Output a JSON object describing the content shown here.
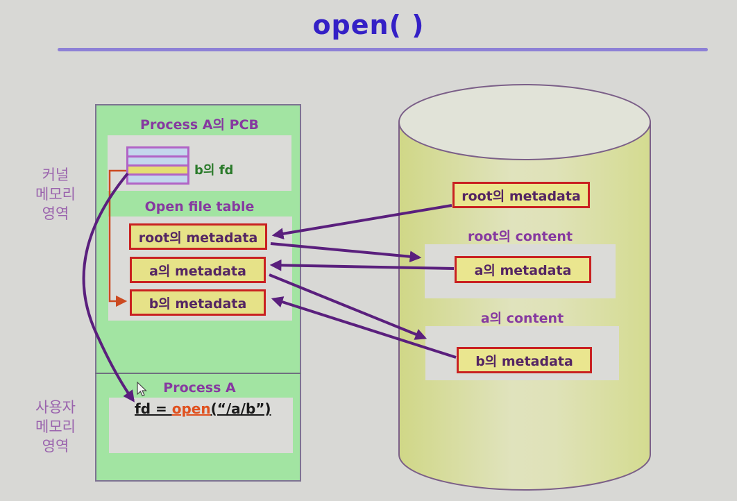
{
  "title": {
    "text": "open( )"
  },
  "side_labels": {
    "kernel": [
      "커널",
      "메모리",
      "영역"
    ],
    "user": [
      "사용자",
      "메모리",
      "영역"
    ]
  },
  "kernel_box": {
    "pcb_title": "Process A의 PCB",
    "fd_table_label": "b의 fd",
    "open_file_table_title": "Open file table",
    "entries": [
      "root의 metadata",
      "a의 metadata",
      "b의 metadata"
    ]
  },
  "user_box": {
    "process_title": "Process A",
    "code_prefix": "fd = ",
    "code_fn": "open",
    "code_args": "(“/a/b”)"
  },
  "disk": {
    "root_metadata": "root의 metadata",
    "root_content_label": "root의 content",
    "a_metadata": "a의 metadata",
    "a_content_label": "a의 content",
    "b_metadata": "b의 metadata"
  },
  "colors": {
    "background": "#d8d8d5",
    "title_text": "#3420c6",
    "title_underline": "#8d80d6",
    "memory_box_fill": "#a2e4a2",
    "panel_fill": "#dbdbd8",
    "metadata_box_fill": "#e6e288",
    "metadata_box_border": "#c92121",
    "metadata_box_text": "#542563",
    "diagram_label_text": "#8639a0",
    "side_label_text": "#9a63ad",
    "fd_table_border": "#b163c6",
    "fd_table_row_blue": "#c4d7ed",
    "fd_table_row_yellow": "#e5de72",
    "fd_label_text": "#2a7a2a",
    "arrow_purple": "#5a1f7d",
    "arrow_orange": "#cc4a20",
    "disk_body_fill": "#d8de9b",
    "disk_top_fill": "#e1e3d8",
    "code_fn_color": "#e0501e"
  }
}
